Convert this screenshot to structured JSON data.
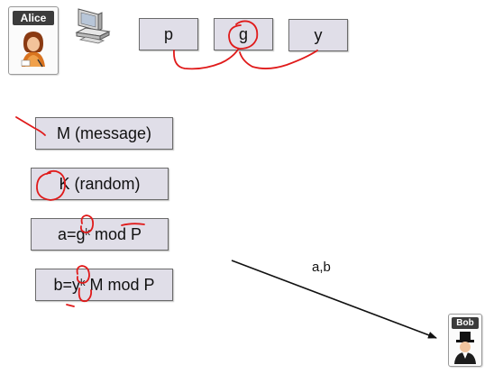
{
  "alice": {
    "label": "Alice"
  },
  "bob": {
    "label": "Bob"
  },
  "params": {
    "p": "p",
    "g": "g",
    "y": "y"
  },
  "steps": {
    "message": "M (message)",
    "random": "K (random)",
    "a": {
      "left": "a=g",
      "exp": "k",
      "right": " mod P"
    },
    "b": {
      "left": "b=y",
      "exp": "k",
      "right": " M mod P"
    }
  },
  "arrow": {
    "label": "a,b"
  },
  "colors": {
    "box_fill": "#e0dee8",
    "ink": "#e01a1a",
    "badge_label": "#3c3c3c"
  },
  "icons": {
    "alice": "alice-avatar-icon",
    "computer": "computer-icon",
    "bob": "bob-avatar-icon"
  }
}
